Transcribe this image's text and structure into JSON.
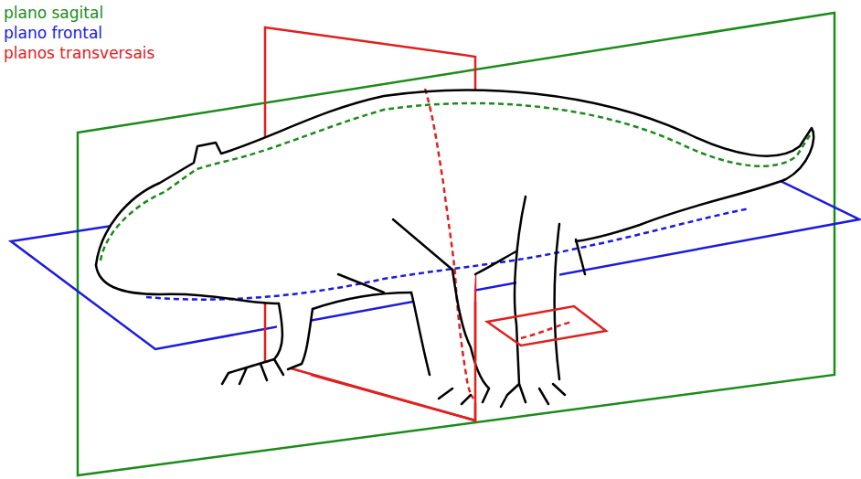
{
  "diagram": {
    "legend": [
      {
        "text": "plano sagital",
        "color": "#1a8c1a"
      },
      {
        "text": "plano frontal",
        "color": "#1a1ae0"
      },
      {
        "text": "planos transversais",
        "color": "#e0201d"
      }
    ]
  }
}
